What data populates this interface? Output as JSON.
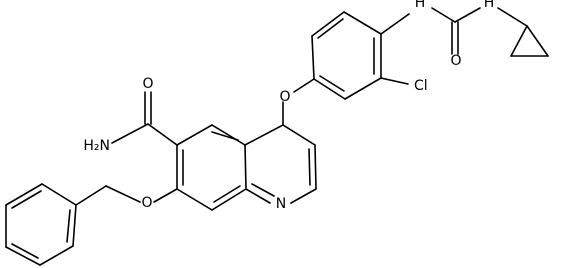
{
  "molecule": {
    "labels": {
      "urea_nh_left": "H",
      "urea_nh_right": "H",
      "carbonyl_oxygen": "O",
      "ether_oxygen": "O",
      "chlorine": "Cl",
      "amide_nitrogen": "H₂N",
      "amide_oxygen": "O",
      "benzyl_oxygen": "O",
      "quinoline_nitrogen": "N"
    }
  }
}
